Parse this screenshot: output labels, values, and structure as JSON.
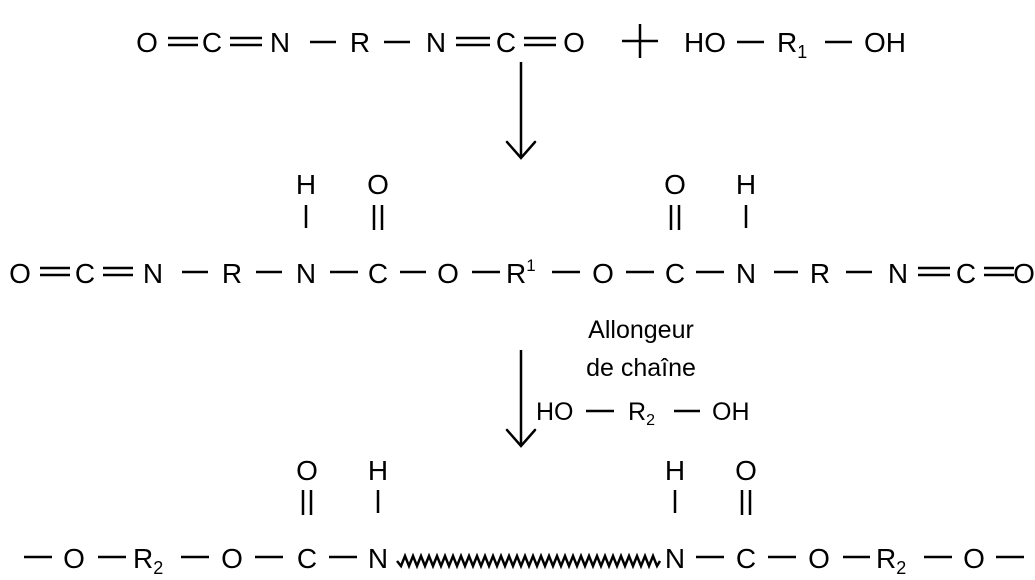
{
  "reaction": {
    "plus": "+",
    "reactant1": {
      "atoms": [
        "O",
        "C",
        "N",
        "R",
        "N",
        "C",
        "O"
      ],
      "bonds": [
        "=",
        "=",
        "-",
        "-",
        "=",
        "="
      ]
    },
    "reactant2": {
      "atoms": [
        "HO",
        "R",
        "OH"
      ],
      "subscript": "1",
      "bonds": [
        "-",
        "-"
      ]
    },
    "intermediate": {
      "atoms": [
        "O",
        "C",
        "N",
        "R",
        "N",
        "C",
        "O",
        "R",
        "O",
        "C",
        "N",
        "R",
        "N",
        "C",
        "O"
      ],
      "bonds": [
        "=",
        "=",
        "-",
        "-",
        "-",
        "-",
        "-",
        "-",
        "-",
        "-",
        "-",
        "-",
        "=",
        "="
      ],
      "superscript": "1",
      "substituents": [
        "H",
        "O",
        "O",
        "H"
      ]
    },
    "chain_extender": {
      "label_line1": "Allongeur",
      "label_line2": "de chaîne",
      "formula": {
        "atoms": [
          "HO",
          "R",
          "OH"
        ],
        "subscript": "2",
        "bonds": [
          "-",
          "-"
        ]
      }
    },
    "product": {
      "atoms": [
        "O",
        "R",
        "O",
        "C",
        "N",
        "N",
        "C",
        "O",
        "R",
        "O"
      ],
      "subscript": "2",
      "bonds": [
        "-",
        "-",
        "-",
        "-",
        "-",
        "~",
        "-",
        "-",
        "-",
        "-",
        "-"
      ],
      "substituents": [
        "O",
        "H",
        "H",
        "O"
      ]
    }
  }
}
